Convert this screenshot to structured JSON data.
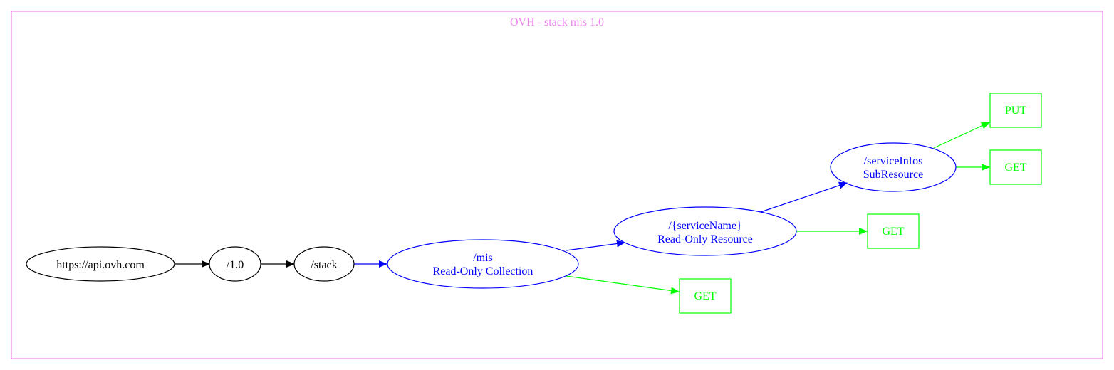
{
  "cluster": {
    "title": "OVH - stack mis 1.0",
    "color": "#ee82ee"
  },
  "colors": {
    "path": "#000000",
    "resource": "#0000ff",
    "method": "#00ff00"
  },
  "nodes": {
    "root": {
      "label": "https://api.ovh.com"
    },
    "version": {
      "label": "/1.0"
    },
    "stack": {
      "label": "/stack"
    },
    "mis": {
      "line1": "/mis",
      "line2": "Read-Only Collection"
    },
    "service_name": {
      "line1": "/{serviceName}",
      "line2": "Read-Only Resource"
    },
    "service_infos": {
      "line1": "/serviceInfos",
      "line2": "SubResource"
    },
    "mis_get": {
      "label": "GET"
    },
    "service_name_get": {
      "label": "GET"
    },
    "service_infos_get": {
      "label": "GET"
    },
    "service_infos_put": {
      "label": "PUT"
    }
  }
}
